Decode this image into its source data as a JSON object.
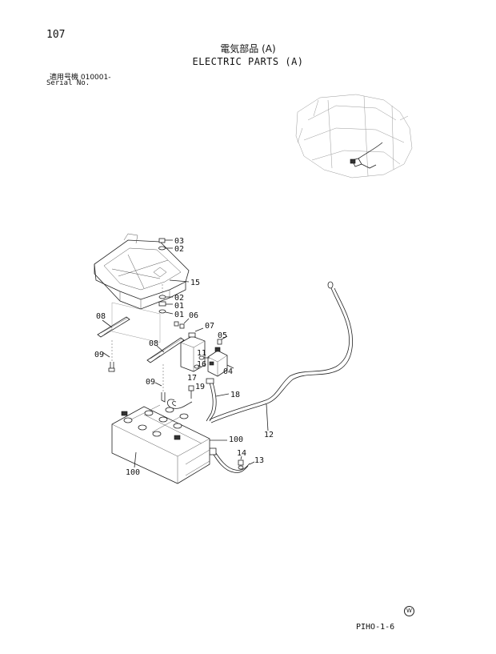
{
  "header": {
    "page_number": "107",
    "title_jp": "電気部品 (A)",
    "title_en": "ELECTRIC PARTS (A)",
    "serial_label_jp": "適用号機 010001-",
    "serial_label_en": "Serial No."
  },
  "footer": {
    "code": "PIHO-1-6",
    "logo_letter": "W"
  },
  "callouts": {
    "c03": "03",
    "c02a": "02",
    "c15": "15",
    "c02b": "02",
    "c01a": "01",
    "c01b": "01",
    "c06": "06",
    "c07": "07",
    "c08a": "08",
    "c05": "05",
    "c08b": "08",
    "c09a": "09",
    "c11": "11",
    "c16": "16",
    "c04": "04",
    "c17": "17",
    "c09b": "09",
    "c19": "19",
    "c18": "18",
    "c12": "12",
    "c100a": "100",
    "c14": "14",
    "c13": "13",
    "c100b": "100"
  }
}
